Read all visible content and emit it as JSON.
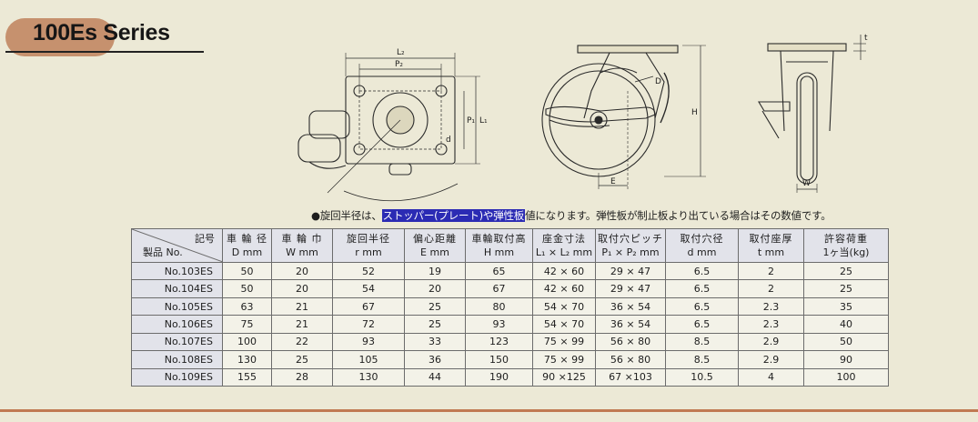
{
  "header": {
    "title": "100Es Series"
  },
  "drawing_labels": {
    "top_view": [
      "L₂",
      "P₂",
      "P₁",
      "L₁",
      "d"
    ],
    "side_view": [
      "D",
      "H",
      "E"
    ],
    "front_view": [
      "t",
      "W"
    ]
  },
  "note": {
    "prefix": "●旋回半径は、",
    "highlight": "ストッパー(プレート)や弾性板",
    "suffix": "値になります。弾性板が制止板より出ている場合はその数値です。"
  },
  "table": {
    "corner_top": "記号",
    "corner_bottom": "製品 No.",
    "columns": [
      {
        "top": "車 輪 径",
        "bottom": "D mm"
      },
      {
        "top": "車 輪 巾",
        "bottom": "W mm"
      },
      {
        "top": "旋回半径",
        "bottom": "r mm"
      },
      {
        "top": "偏心距離",
        "bottom": "E mm"
      },
      {
        "top": "車輪取付高",
        "bottom": "H mm"
      },
      {
        "top": "座金寸法",
        "bottom": "L₁ × L₂ mm"
      },
      {
        "top": "取付穴ピッチ",
        "bottom": "P₁ × P₂ mm"
      },
      {
        "top": "取付穴径",
        "bottom": "d mm"
      },
      {
        "top": "取付座厚",
        "bottom": "t mm"
      },
      {
        "top": "許容荷重",
        "bottom": "1ヶ当(kg)"
      }
    ],
    "rows": [
      [
        "No.103ES",
        "50",
        "20",
        "52",
        "19",
        "65",
        "42 × 60",
        "29 × 47",
        "6.5",
        "2",
        "25"
      ],
      [
        "No.104ES",
        "50",
        "20",
        "54",
        "20",
        "67",
        "42 × 60",
        "29 × 47",
        "6.5",
        "2",
        "25"
      ],
      [
        "No.105ES",
        "63",
        "21",
        "67",
        "25",
        "80",
        "54 × 70",
        "36 × 54",
        "6.5",
        "2.3",
        "35"
      ],
      [
        "No.106ES",
        "75",
        "21",
        "72",
        "25",
        "93",
        "54 × 70",
        "36 × 54",
        "6.5",
        "2.3",
        "40"
      ],
      [
        "No.107ES",
        "100",
        "22",
        "93",
        "33",
        "123",
        "75 × 99",
        "56 × 80",
        "8.5",
        "2.9",
        "50"
      ],
      [
        "No.108ES",
        "130",
        "25",
        "105",
        "36",
        "150",
        "75 × 99",
        "56 × 80",
        "8.5",
        "2.9",
        "90"
      ],
      [
        "No.109ES",
        "155",
        "28",
        "130",
        "44",
        "190",
        "90 ×125",
        "67 ×103",
        "10.5",
        "4",
        "100"
      ]
    ]
  }
}
